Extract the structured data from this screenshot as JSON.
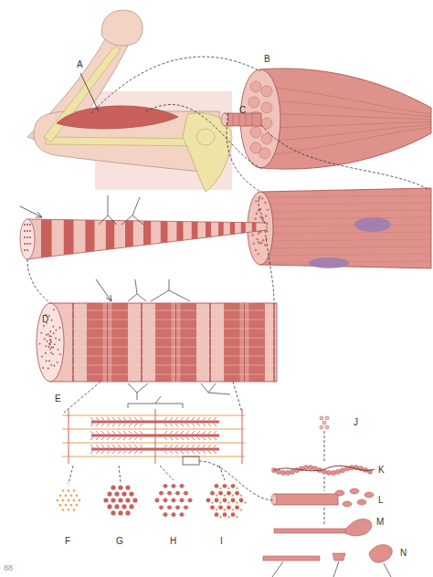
{
  "diagram": {
    "labels": [
      "A",
      "B",
      "C",
      "D",
      "E",
      "F",
      "G",
      "H",
      "I",
      "J",
      "K",
      "L",
      "M",
      "N",
      "88"
    ]
  }
}
